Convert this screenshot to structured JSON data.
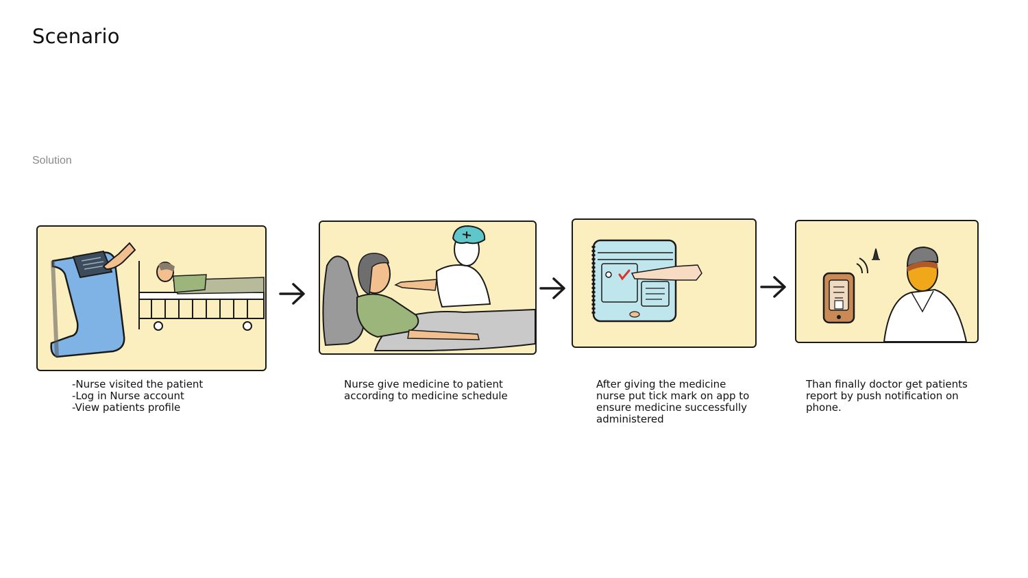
{
  "page": {
    "title": "Scenario",
    "section_label": "Solution"
  },
  "steps": [
    {
      "lines": [
        "-Nurse visited the patient",
        "-Log in Nurse account",
        "-View patients profile"
      ]
    },
    {
      "lines": [
        "Nurse give medicine to patient",
        "according to medicine schedule"
      ]
    },
    {
      "lines": [
        "After giving the medicine",
        "nurse put tick mark on app to",
        "ensure medicine successfully",
        "administered"
      ]
    },
    {
      "lines": [
        "Than finally doctor get patients",
        "report by push notification on",
        "phone."
      ]
    }
  ],
  "colors": {
    "panel_bg": "#fbefc0",
    "kiosk_blue": "#7fb3e6",
    "skin": "#f2c08f",
    "shirt_green": "#9bb57a",
    "blanket_gray": "#c9c9c9",
    "tablet_cyan": "#bfe6ec",
    "cap_teal": "#5fc6c9",
    "doctor_face": "#f0a81a",
    "phone_brown": "#c98a56",
    "tick_red": "#d9342b"
  },
  "icons": [
    "kiosk-icon",
    "hospital-bed-icon",
    "arrow-right-icon",
    "tablet-icon",
    "smartphone-icon",
    "notification-bell-icon"
  ]
}
